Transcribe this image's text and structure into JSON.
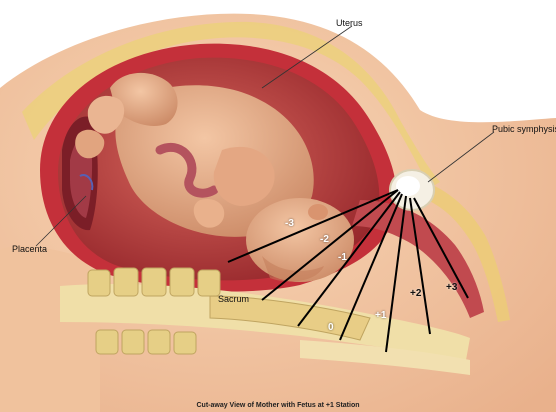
{
  "labels": {
    "uterus": "Uterus",
    "pubic_symphysis": "Pubic symphysis",
    "placenta": "Placenta",
    "sacrum": "Sacrum"
  },
  "stations": [
    "-3",
    "-2",
    "-1",
    "0",
    "+1",
    "+2",
    "+3"
  ],
  "caption": "Cut-away View of Mother with Fetus at +1 Station",
  "colors": {
    "skin": "#f4c7a0",
    "uterine_wall": "#c4303a",
    "fetus": "#e9b08a",
    "bone": "#ead8a0",
    "lines": "#000000"
  }
}
